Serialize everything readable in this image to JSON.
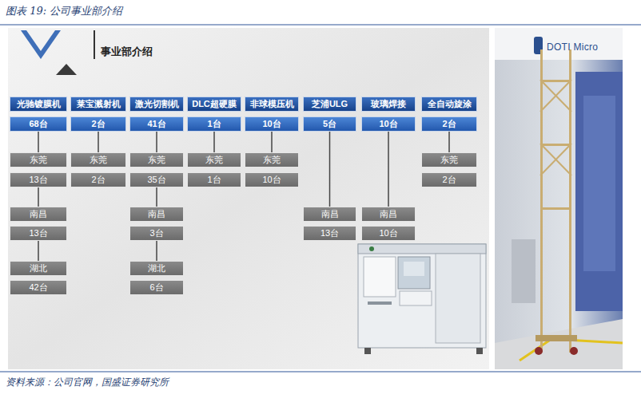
{
  "diagram": {
    "title": "图表 19: 公司事业部介绍",
    "caption": "资料来源：公司官网，国盛证券研究所",
    "nodes": [
      {
        "text": [
          "光驰镀膜机"
        ]
      },
      {
        "text": [
          "68台"
        ]
      },
      {
        "text": [
          "东莞"
        ]
      },
      {
        "text": [
          "13台"
        ]
      },
      {
        "text": [
          "南昌"
        ]
      },
      {
        "text": [
          "13台"
        ]
      },
      {
        "text": [
          "湖北"
        ]
      },
      {
        "text": [
          "42台"
        ]
      },
      {
        "text": [
          "莱宝溅射机"
        ]
      },
      {
        "text": [
          "2台"
        ]
      },
      {
        "text": [
          "东莞"
        ]
      },
      {
        "text": [
          "2台"
        ]
      },
      {
        "text": [
          "激光切割机"
        ]
      },
      {
        "text": [
          "41台"
        ]
      },
      {
        "text": [
          "东莞"
        ]
      },
      {
        "text": [
          "35台"
        ]
      },
      {
        "text": [
          "南昌"
        ]
      },
      {
        "text": [
          "3台"
        ]
      },
      {
        "text": [
          "湖北"
        ]
      },
      {
        "text": [
          "6台"
        ]
      },
      {
        "text": [
          "DLC超硬膜"
        ]
      },
      {
        "text": [
          "1台"
        ]
      },
      {
        "text": [
          "东莞"
        ]
      },
      {
        "text": [
          "1台"
        ]
      },
      {
        "text": [
          "非球模压机"
        ]
      },
      {
        "text": [
          "10台"
        ]
      },
      {
        "text": [
          "东莞"
        ]
      },
      {
        "text": [
          "10台"
        ]
      },
      {
        "text": [
          "芝浦ULG"
        ]
      },
      {
        "text": [
          "5台"
        ]
      },
      {
        "text": [
          "南昌"
        ]
      },
      {
        "text": [
          "13台"
        ]
      },
      {
        "text": [
          "玻璃焊接"
        ]
      },
      {
        "text": [
          "10台"
        ]
      },
      {
        "text": [
          "南昌"
        ]
      },
      {
        "text": [
          "10台"
        ]
      },
      {
        "text": [
          "全自动旋涂"
        ]
      },
      {
        "text": [
          "2台"
        ]
      },
      {
        "text": [
          "东莞"
        ]
      },
      {
        "text": [
          "2台"
        ]
      }
    ],
    "edges": [
      {
        "from": 1,
        "to": 2,
        "arrow": "none"
      },
      {
        "from": 3,
        "to": 4,
        "arrow": "none"
      },
      {
        "from": 5,
        "to": 6,
        "arrow": "none"
      },
      {
        "from": 9,
        "to": 10,
        "arrow": "none"
      },
      {
        "from": 13,
        "to": 14,
        "arrow": "none"
      },
      {
        "from": 15,
        "to": 16,
        "arrow": "none"
      },
      {
        "from": 17,
        "to": 18,
        "arrow": "none"
      },
      {
        "from": 21,
        "to": 22,
        "arrow": "none"
      },
      {
        "from": 25,
        "to": 26,
        "arrow": "none"
      },
      {
        "from": 29,
        "to": 30,
        "arrow": "none"
      },
      {
        "from": 33,
        "to": 34,
        "arrow": "none"
      },
      {
        "from": 37,
        "to": 38,
        "arrow": "none"
      }
    ],
    "labels": [
      "事业部介绍",
      "DOTI Micro"
    ]
  }
}
